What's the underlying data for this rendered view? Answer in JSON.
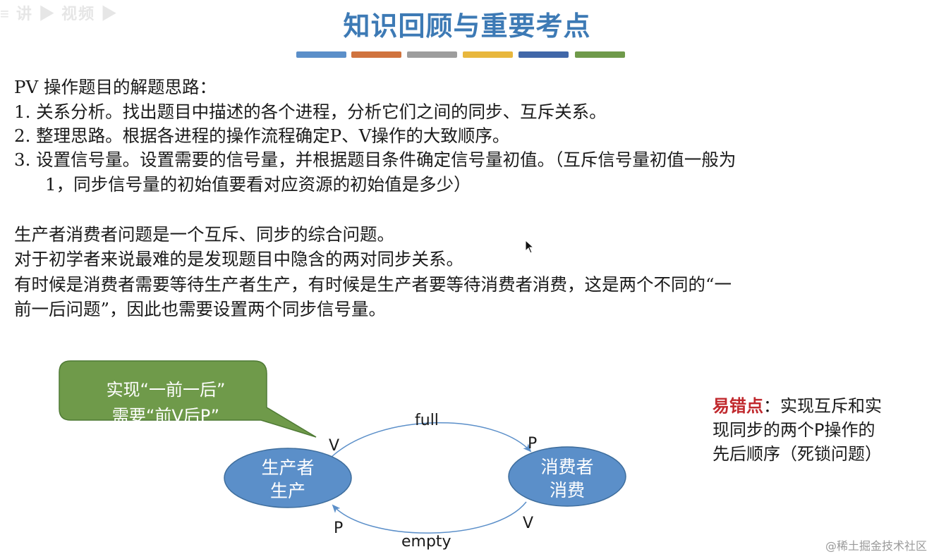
{
  "corner_logo": "≡ 讲 ▶ 视频 ▶ 视",
  "title": "知识回顾与重要考点",
  "color_bar_colors": [
    "#5b8fc9",
    "#d0733e",
    "#9d9d9d",
    "#e8b73d",
    "#4167a8",
    "#6f9a4a"
  ],
  "intro": {
    "heading": "PV 操作题目的解题思路：",
    "step1": "1.  关系分析。找出题目中描述的各个进程，分析它们之间的同步、互斥关系。",
    "step2": "2.  整理思路。根据各进程的操作流程确定P、V操作的大致顺序。",
    "step3a": "3.  设置信号量。设置需要的信号量，并根据题目条件确定信号量初值。（互斥信号量初值一般为",
    "step3b": "1，同步信号量的初始值要看对应资源的初始值是多少）"
  },
  "body": {
    "p1": "生产者消费者问题是一个互斥、同步的综合问题。",
    "p2": "对于初学者来说最难的是发现题目中隐含的两对同步关系。",
    "p3a": "有时候是消费者需要等待生产者生产，有时候是生产者要等待消费者消费，这是两个不同的“一",
    "p3b": "前一后问题”，因此也需要设置两个同步信号量。"
  },
  "diagram": {
    "callout_line1": "实现“一前一后”",
    "callout_line2": "需要“前V后P”",
    "producer_line1": "生产者",
    "producer_line2": "生产",
    "consumer_line1": "消费者",
    "consumer_line2": "消费",
    "top_edge_label": "full",
    "bottom_edge_label": "empty",
    "producer_top_op": "V",
    "consumer_top_op": "P",
    "consumer_bottom_op": "V",
    "producer_bottom_op": "P",
    "node_fill": "#5b8fc9",
    "callout_fill": "#6f9a4a"
  },
  "note": {
    "label": "易错点",
    "text1": "：实现互斥和实",
    "text2": "现同步的两个P操作的",
    "text3": "先后顺序（死锁问题）"
  },
  "watermark": "@稀土掘金技术社区"
}
